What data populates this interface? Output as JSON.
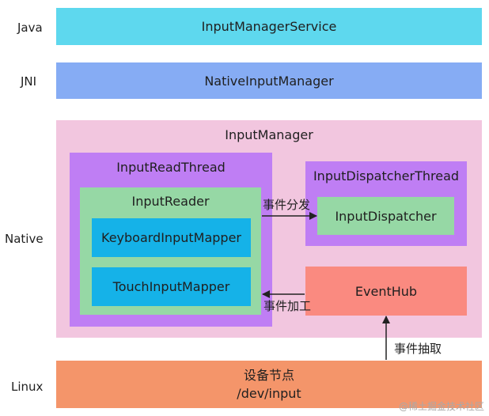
{
  "colors": {
    "java_layer": "#5ed8ee",
    "jni_layer": "#86acf4",
    "native_bg": "#f2c6df",
    "thread_purple": "#bf7ef4",
    "reader_green": "#96d8a5",
    "mapper_blue": "#15b2e8",
    "eventhub_red": "#fa8a80",
    "linux_orange": "#f4956a",
    "arrow": "#222222"
  },
  "layers": {
    "java": "Java",
    "jni": "JNI",
    "native": "Native",
    "linux": "Linux"
  },
  "boxes": {
    "input_manager_service": "InputManagerService",
    "native_input_manager": "NativeInputManager",
    "input_manager": "InputManager",
    "input_read_thread": "InputReadThread",
    "input_reader": "InputReader",
    "keyboard_input_mapper": "KeyboardInputMapper",
    "touch_input_mapper": "TouchInputMapper",
    "input_dispatcher_thread": "InputDispatcherThread",
    "input_dispatcher": "InputDispatcher",
    "event_hub": "EventHub",
    "device_node_line1": "设备节点",
    "device_node_line2": "/dev/input"
  },
  "arrows": {
    "dispatch": "事件分发",
    "process": "事件加工",
    "extract": "事件抽取"
  },
  "watermark": "@稀土掘金技术社区"
}
